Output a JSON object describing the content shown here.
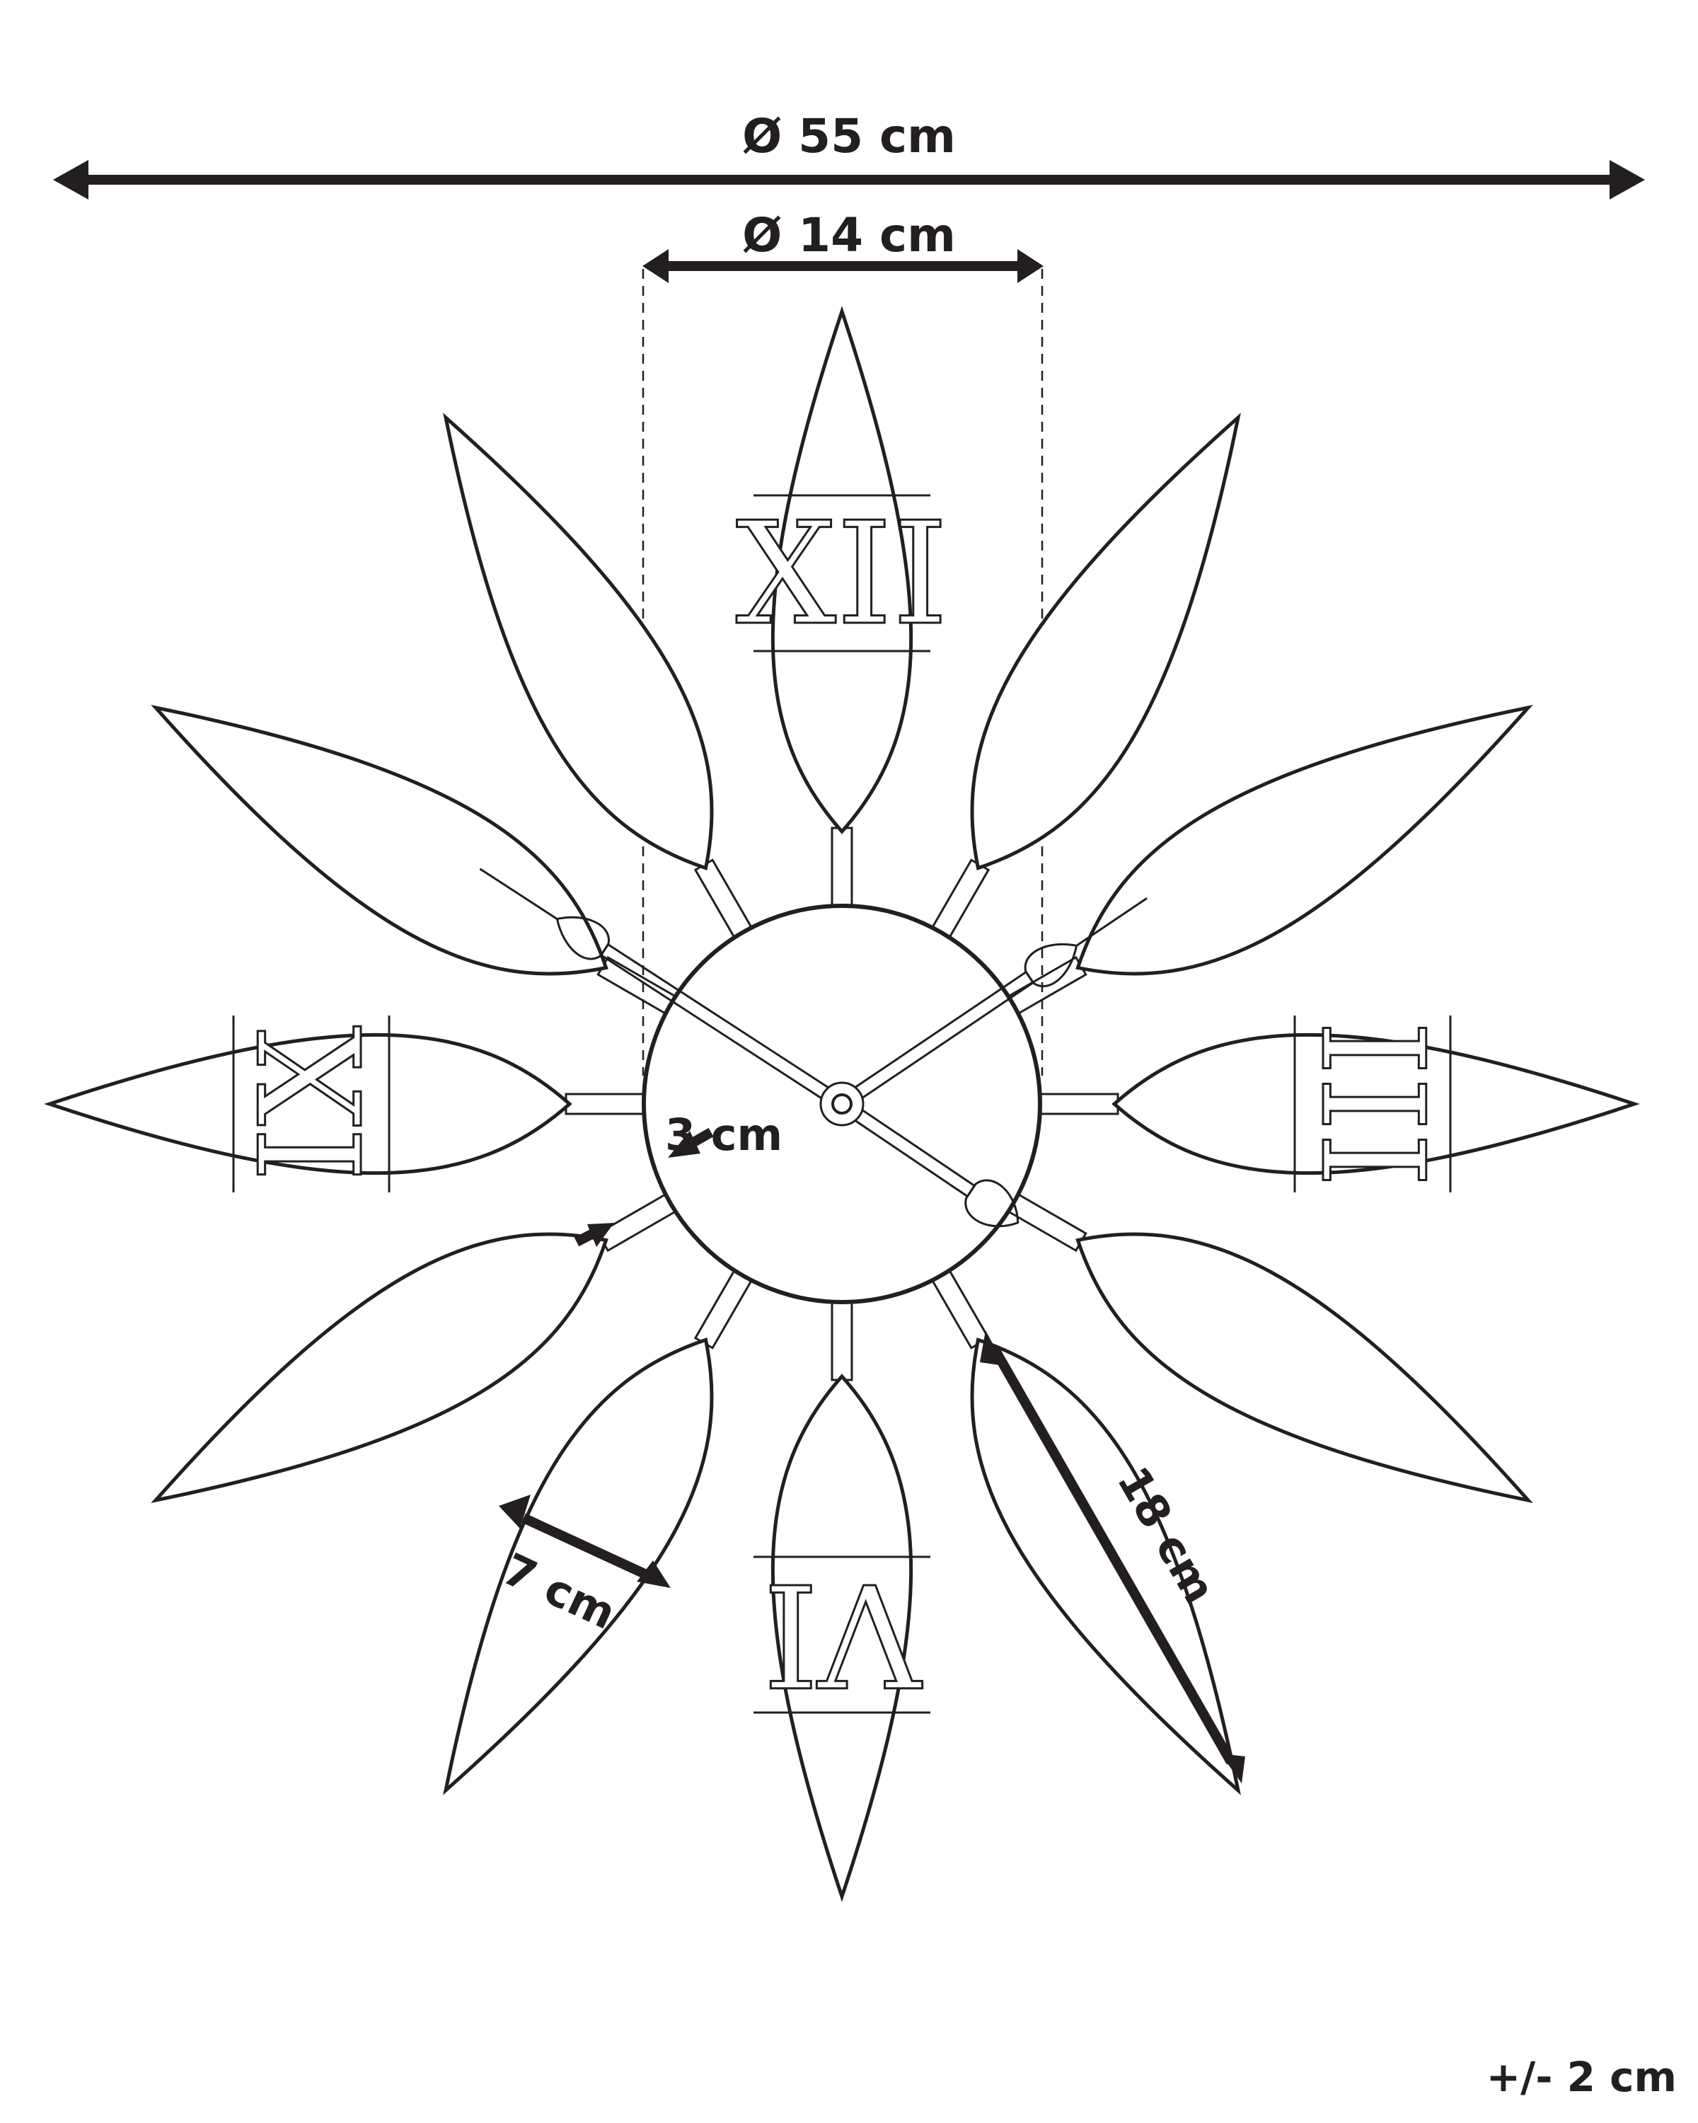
{
  "figure": {
    "subject": "Flower-shaped wall clock dimension drawing",
    "dimensions": {
      "overall_diameter": "Ø 55 cm",
      "center_diameter": "Ø 14 cm",
      "spoke_length": "3 cm",
      "petal_width": "7 cm",
      "petal_length": "18 cm"
    },
    "tolerance": "+/- 2 cm",
    "numerals": [
      "XII",
      "III",
      "VI",
      "IX"
    ],
    "colors": {
      "line": "#231f20",
      "background": "#ffffff"
    }
  }
}
